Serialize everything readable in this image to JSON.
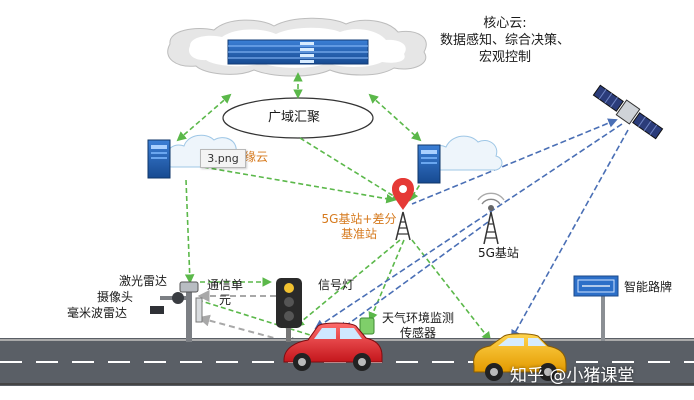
{
  "diagram": {
    "core_cloud": {
      "title": "核心云:",
      "line1": "数据感知、综合决策、",
      "line2": "宏观控制"
    },
    "aggregation": "广域汇聚",
    "edge_cloud_partial": "缘云",
    "tooltip": "3.png",
    "base_station_diff": {
      "line1": "5G基站+差分",
      "line2": "基准站"
    },
    "base_station": "5G基站",
    "laser_radar": "激光雷达",
    "camera": "摄像头",
    "mmwave_radar": "毫米波雷达",
    "comm_unit": {
      "line1": "通信单",
      "line2": "元"
    },
    "traffic_light": "信号灯",
    "env_sensor": {
      "line1": "天气环境监测",
      "line2": "传感器"
    },
    "smart_sign": "智能路牌",
    "watermark": "知乎 @小猪课堂"
  },
  "colors": {
    "green_link": "#5bb84a",
    "blue_link": "#4a6fb5",
    "gray_link": "#a8a8a8",
    "orange_text": "#d67a1e",
    "road": "#5a5f66",
    "server_blue": "#1f5fb0"
  }
}
